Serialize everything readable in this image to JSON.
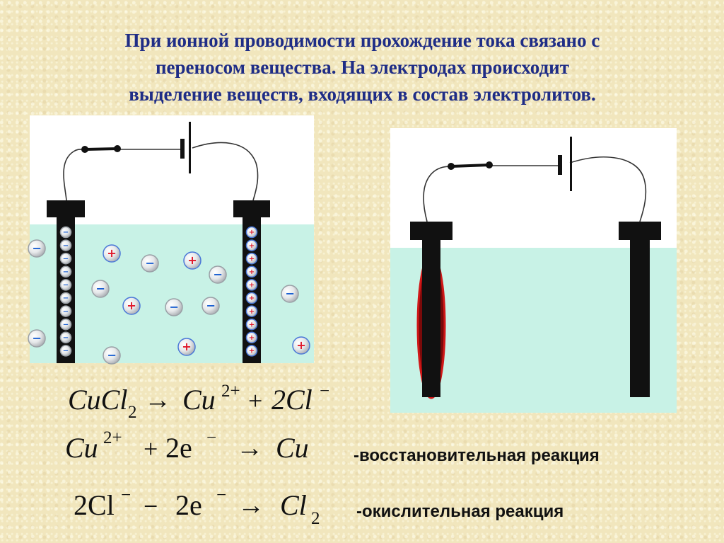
{
  "title": {
    "line1": "При ионной проводимости прохождение тока связано с",
    "line2": "переносом вещества. На электродах происходит",
    "line3": "выделение веществ, входящих в состав электролитов."
  },
  "eq1": {
    "a": "CuCl",
    "a_sub": "2",
    "arrow": "→",
    "b": "Cu",
    "b_sup": "2+",
    "plus": "+",
    "c": "2Cl",
    "c_sup": "−"
  },
  "eq2": {
    "a": "Cu",
    "a_sup": "2+",
    "plus": "+",
    "b": "2e",
    "b_sup": "−",
    "arrow": "→",
    "c": "Cu"
  },
  "eq3": {
    "a": "2Cl",
    "a_sup": "−",
    "minus": "−",
    "b": "2e",
    "b_sup": "−",
    "arrow": "→",
    "c": "Cl",
    "c_sub": "2"
  },
  "labels": {
    "reduction": "-восстановительная реакция",
    "oxidation": "-окислительная реакция"
  },
  "ion_symbols": {
    "positive": "+",
    "negative": "−"
  },
  "colors": {
    "title": "#1f2d86",
    "electrolyte": "#c8f2e6",
    "electrode": "#111111",
    "cation": "#e0182a",
    "anion_ring": "#9aa0a6",
    "anion_text": "#1a5fd1"
  }
}
